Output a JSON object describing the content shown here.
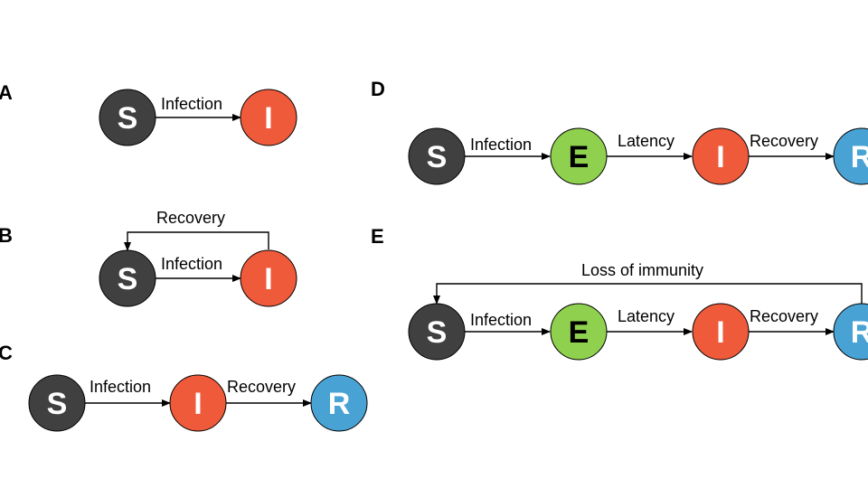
{
  "panels": {
    "A": {
      "label": "A",
      "nodes": [
        "S",
        "I"
      ],
      "edges": [
        "Infection"
      ]
    },
    "B": {
      "label": "B",
      "nodes": [
        "S",
        "I"
      ],
      "edges": [
        "Infection"
      ],
      "feedback": "Recovery"
    },
    "C": {
      "label": "C",
      "nodes": [
        "S",
        "I",
        "R"
      ],
      "edges": [
        "Infection",
        "Recovery"
      ]
    },
    "D": {
      "label": "D",
      "nodes": [
        "S",
        "E",
        "I",
        "R"
      ],
      "edges": [
        "Infection",
        "Latency",
        "Recovery"
      ]
    },
    "E": {
      "label": "E",
      "nodes": [
        "S",
        "E",
        "I",
        "R"
      ],
      "edges": [
        "Infection",
        "Latency",
        "Recovery"
      ],
      "feedback": "Loss of immunity"
    }
  },
  "colors": {
    "S": "#404040",
    "E": "#8fd14f",
    "I": "#ef5a3a",
    "R": "#48a3d4"
  }
}
